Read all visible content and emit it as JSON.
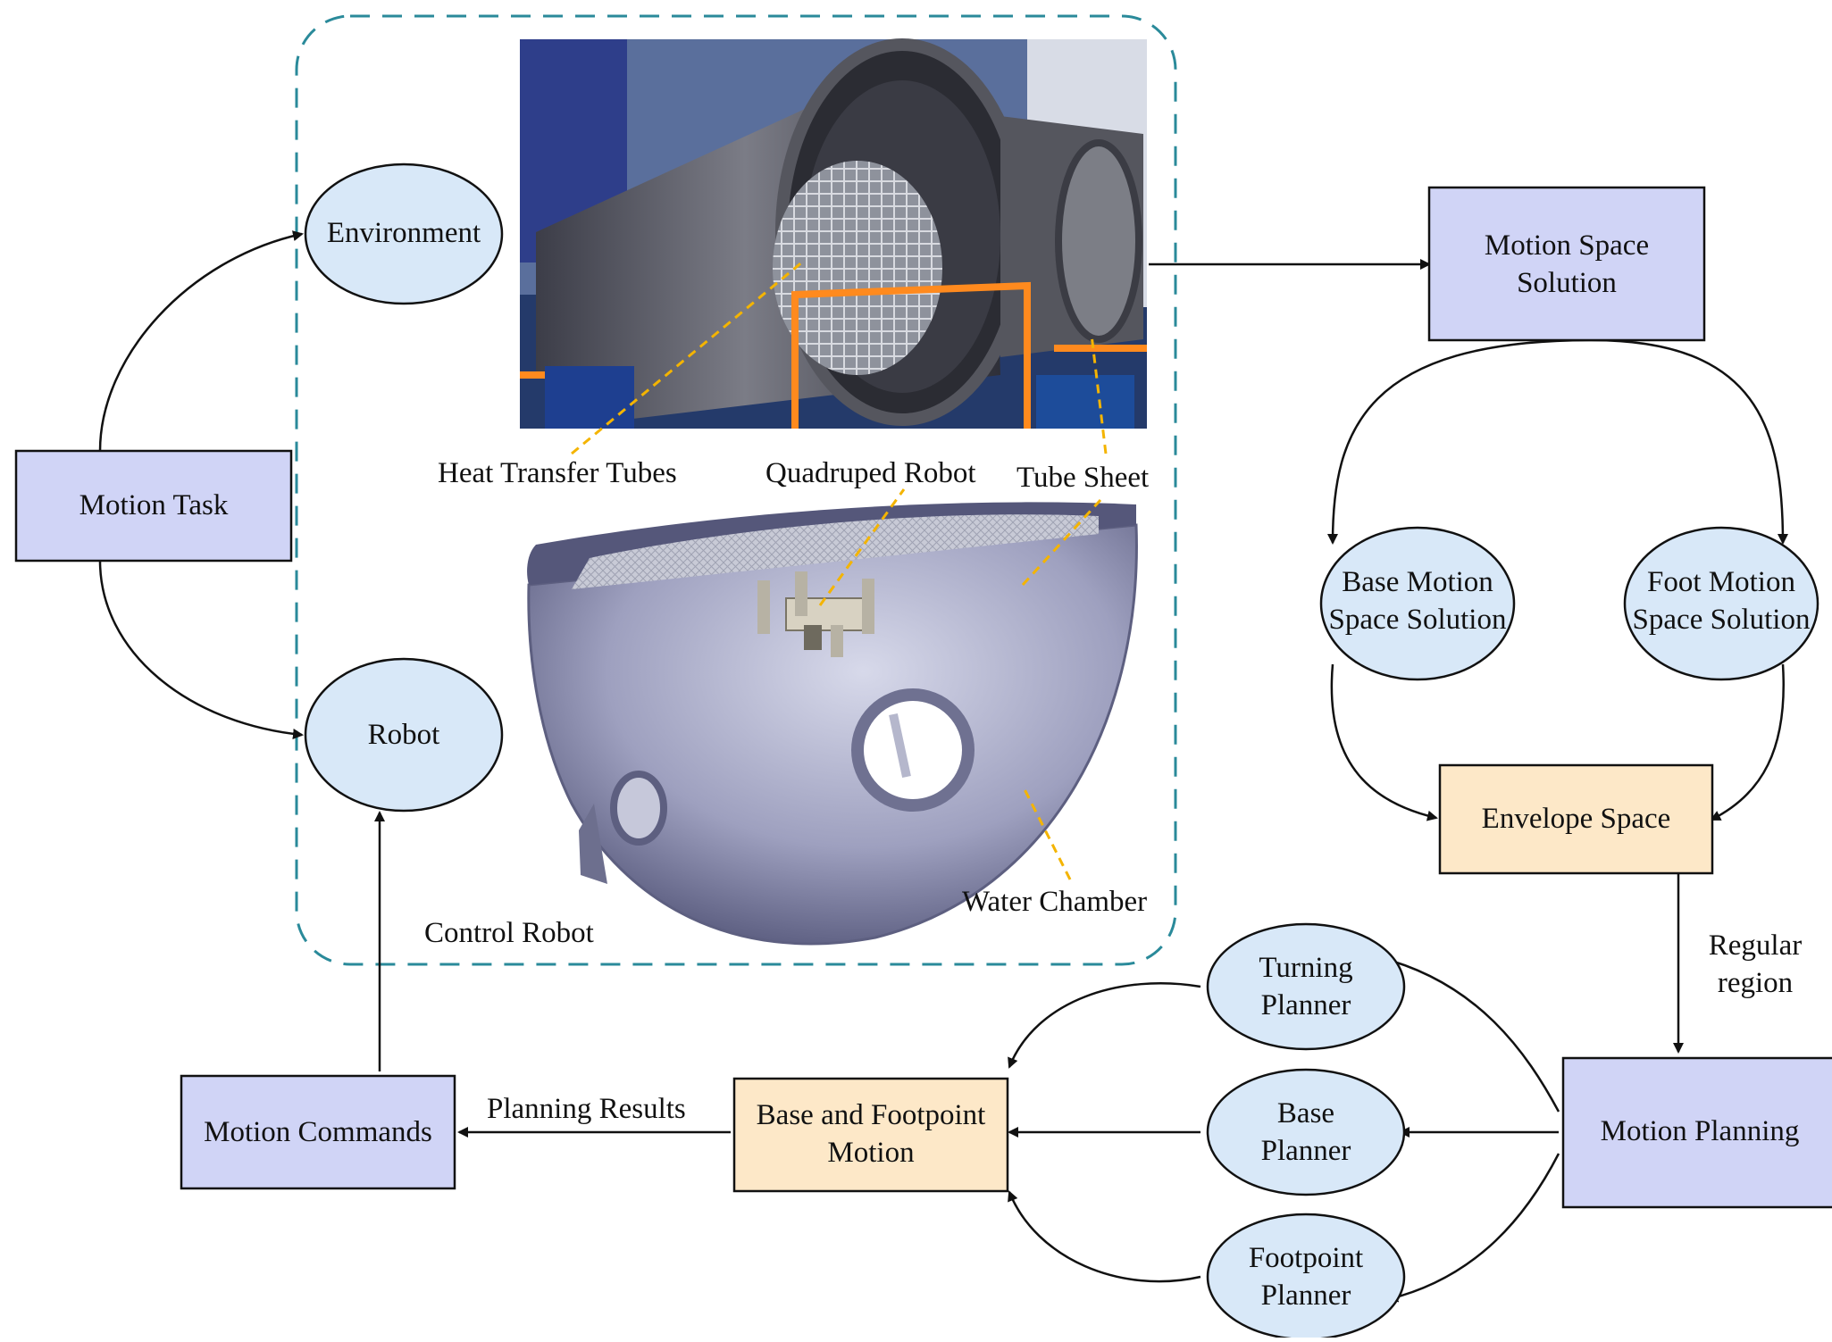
{
  "nodes": {
    "motion_task": "Motion Task",
    "environment": "Environment",
    "robot": "Robot",
    "motion_space_solution": "Motion Space\nSolution",
    "base_motion_space_solution": "Base Motion\nSpace Solution",
    "foot_motion_space_solution": "Foot Motion\nSpace Solution",
    "envelope_space": "Envelope Space",
    "motion_planning": "Motion Planning",
    "turning_planner": "Turning\nPlanner",
    "base_planner": "Base\nPlanner",
    "footpoint_planner": "Footpoint\nPlanner",
    "base_and_footpoint_motion": "Base and Footpoint\nMotion",
    "motion_commands": "Motion Commands"
  },
  "edge_labels": {
    "regular_region": "Regular\nregion",
    "planning_results": "Planning Results",
    "control_robot": "Control Robot"
  },
  "illustration_labels": {
    "heat_transfer_tubes": "Heat Transfer Tubes",
    "quadruped_robot": "Quadruped Robot",
    "tube_sheet": "Tube Sheet",
    "water_chamber": "Water Chamber"
  },
  "colors": {
    "blue_box": "#d0d4f6",
    "ellipse": "#d8e8f8",
    "beige_box": "#fde8c8",
    "dashed_border": "#2a8a9a",
    "leader_line": "#f4b400"
  }
}
